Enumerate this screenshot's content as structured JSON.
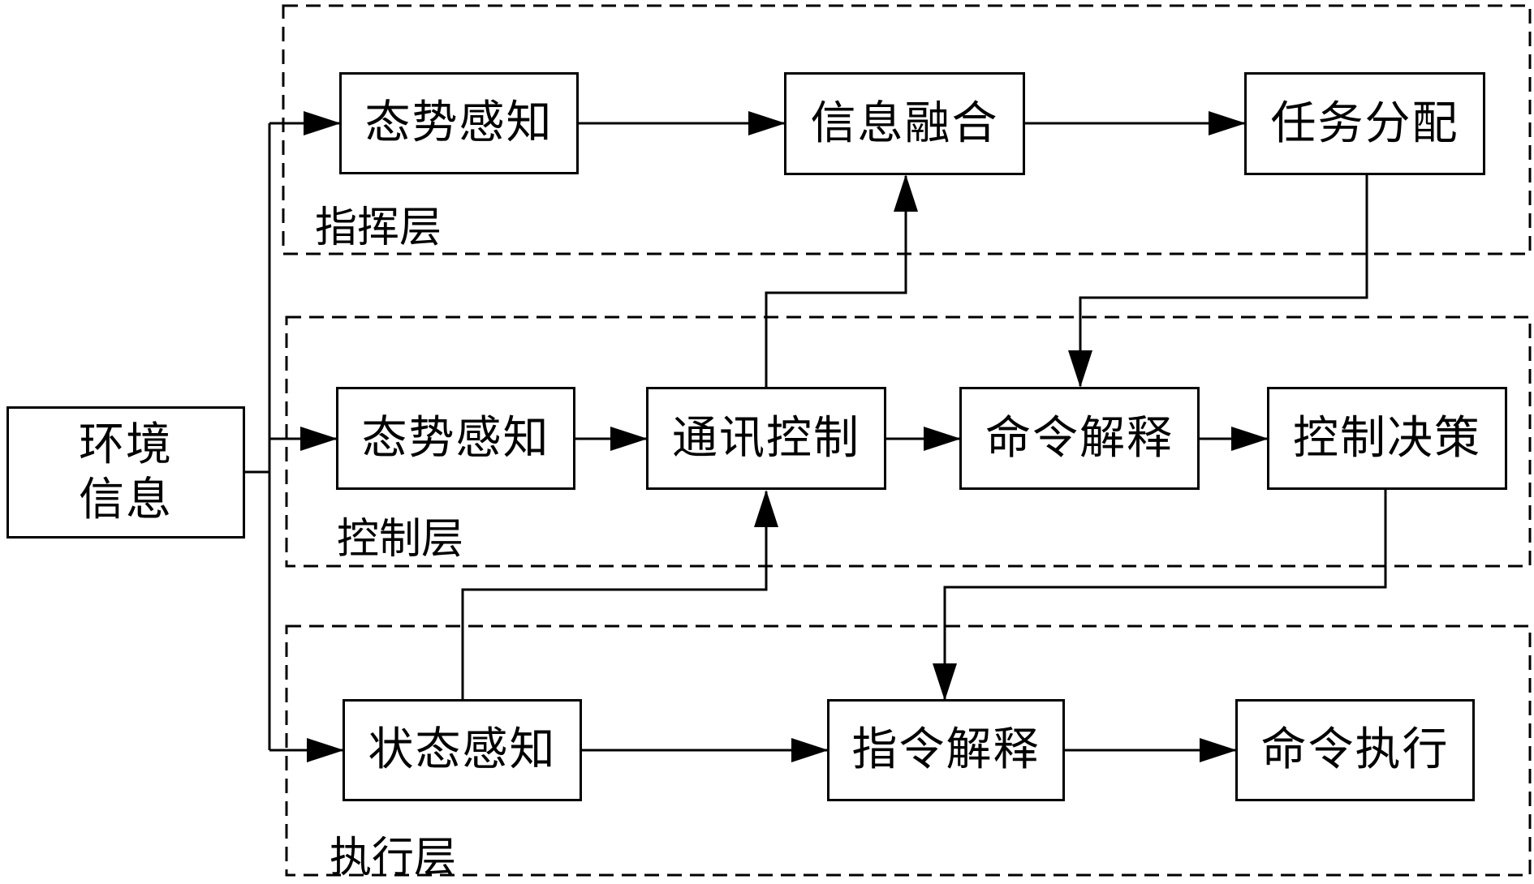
{
  "environment": {
    "line1": "环境",
    "line2": "信息"
  },
  "layers": {
    "command": {
      "label": "指挥层",
      "nodes": {
        "situation": "态势感知",
        "fusion": "信息融合",
        "assignment": "任务分配"
      }
    },
    "control": {
      "label": "控制层",
      "nodes": {
        "situation": "态势感知",
        "comm": "通讯控制",
        "interpret": "命令解释",
        "decision": "控制决策"
      }
    },
    "execution": {
      "label": "执行层",
      "nodes": {
        "state": "状态感知",
        "instruction": "指令解释",
        "execute": "命令执行"
      }
    }
  }
}
